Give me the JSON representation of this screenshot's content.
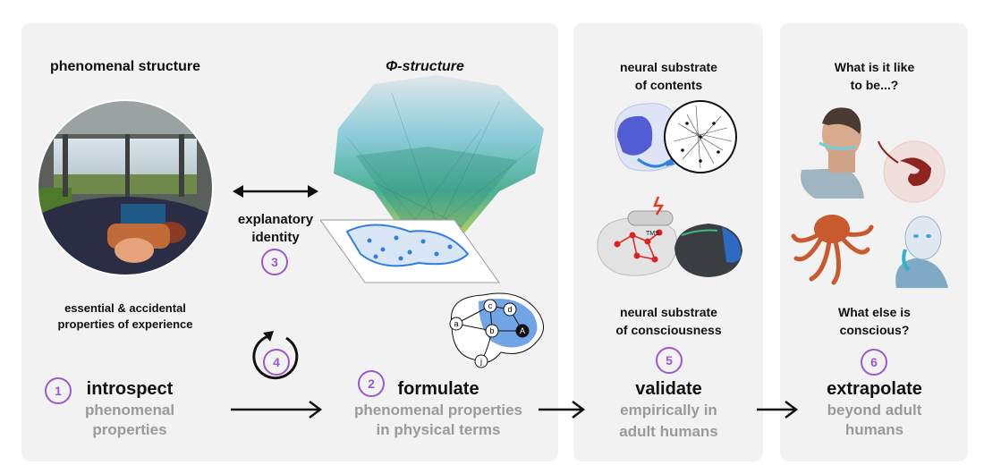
{
  "panel1": {
    "phenomenal_title": "phenomenal structure",
    "phi_title": "Φ-structure",
    "identity_line1": "explanatory",
    "identity_line2": "identity",
    "step3": "3",
    "props_line1": "essential & accidental",
    "props_line2": "properties of experience",
    "step4": "4",
    "step1": "1",
    "introspect": "introspect",
    "introspect_sub1": "phenomenal",
    "introspect_sub2": "properties",
    "step2": "2",
    "formulate": "formulate",
    "formulate_sub1": "phenomenal properties",
    "formulate_sub2": "in physical terms",
    "graph_nodes": [
      "a",
      "b",
      "c",
      "d",
      "A",
      "j"
    ]
  },
  "panel2": {
    "contents_line1": "neural substrate",
    "contents_line2": "of contents",
    "tms": "TMS",
    "consc_line1": "neural substrate",
    "consc_line2": "of consciousness",
    "step5": "5",
    "validate": "validate",
    "validate_sub1": "empirically in",
    "validate_sub2": "adult humans"
  },
  "panel3": {
    "like_line1": "What is it like",
    "like_line2": "to be...?",
    "else_line1": "What else is",
    "else_line2": "conscious?",
    "step6": "6",
    "extrapolate": "extrapolate",
    "extrapolate_sub1": "beyond adult",
    "extrapolate_sub2": "humans"
  },
  "colors": {
    "accent": "#9b59d0",
    "brain_blue": "#2f7fe0",
    "grey_text": "#9a9a9a"
  }
}
